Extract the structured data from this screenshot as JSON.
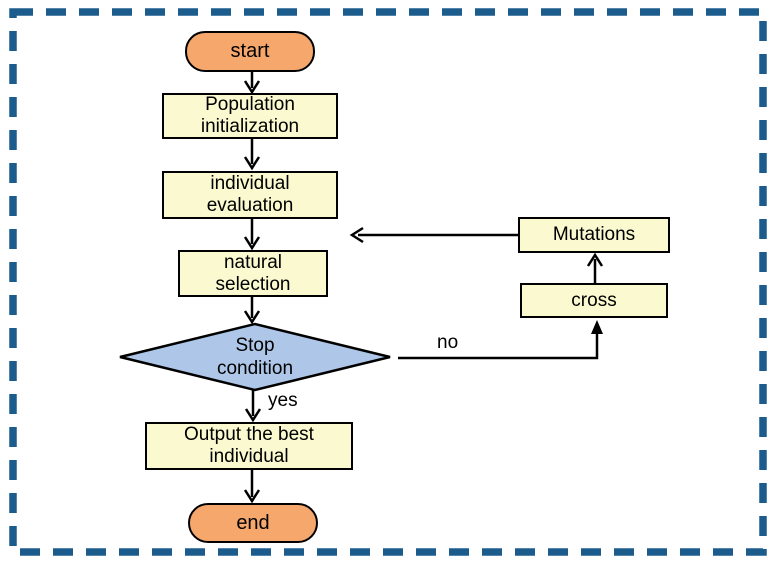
{
  "diagram": {
    "type": "flowchart",
    "nodes": {
      "start": {
        "label": "start",
        "shape": "terminal"
      },
      "population_initialization": {
        "label": "Population initialization",
        "shape": "process"
      },
      "individual_evaluation": {
        "label": "individual evaluation",
        "shape": "process"
      },
      "natural_selection": {
        "label": "natural selection",
        "shape": "process"
      },
      "stop_condition": {
        "label": "Stop condition",
        "shape": "decision"
      },
      "output_best_individual": {
        "label": "Output the best individual",
        "shape": "process"
      },
      "end": {
        "label": "end",
        "shape": "terminal"
      },
      "cross": {
        "label": "cross",
        "shape": "process"
      },
      "mutations": {
        "label": "Mutations",
        "shape": "process"
      }
    },
    "edge_labels": {
      "yes": "yes",
      "no": "no"
    },
    "edges": [
      {
        "from": "start",
        "to": "population_initialization"
      },
      {
        "from": "population_initialization",
        "to": "individual_evaluation"
      },
      {
        "from": "individual_evaluation",
        "to": "natural_selection"
      },
      {
        "from": "natural_selection",
        "to": "stop_condition"
      },
      {
        "from": "stop_condition",
        "to": "output_best_individual",
        "label": "yes"
      },
      {
        "from": "output_best_individual",
        "to": "end"
      },
      {
        "from": "stop_condition",
        "to": "cross",
        "label": "no"
      },
      {
        "from": "cross",
        "to": "mutations"
      },
      {
        "from": "mutations",
        "to": "natural_selection"
      }
    ]
  },
  "colors": {
    "terminal_fill": "#F5A76C",
    "process_fill": "#FAF9CF",
    "decision_fill": "#AEC7E8",
    "frame_blue": "#1B5C8D",
    "line_black": "#000000"
  }
}
